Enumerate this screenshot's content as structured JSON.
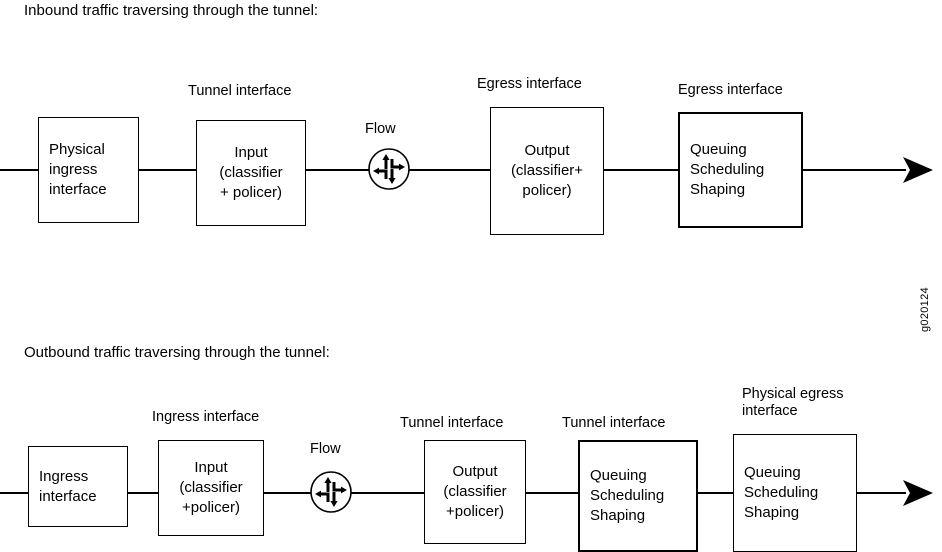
{
  "figure": {
    "watermark_id": "g020124",
    "line_color": "#000000",
    "background_color": "#ffffff",
    "text_color": "#000000"
  },
  "sections": [
    {
      "id": "inbound",
      "title": "Inbound traffic traversing through the tunnel:",
      "captions": {
        "tunnel_interface": "Tunnel interface",
        "egress_interface_1": "Egress interface",
        "egress_interface_2": "Egress interface"
      },
      "nodes": {
        "physical_ingress": [
          "Physical",
          "ingress",
          "interface"
        ],
        "input": [
          "Input",
          "(classifier",
          "+ policer)"
        ],
        "flow_label": "Flow",
        "output": [
          "Output",
          "(classifier+",
          "policer)"
        ],
        "queuing": [
          "Queuing",
          "Scheduling",
          "Shaping"
        ]
      }
    },
    {
      "id": "outbound",
      "title": "Outbound traffic traversing through the tunnel:",
      "captions": {
        "ingress_interface": "Ingress interface",
        "tunnel_interface_1": "Tunnel interface",
        "tunnel_interface_2": "Tunnel interface",
        "physical_egress_interface": "Physical egress interface"
      },
      "nodes": {
        "ingress": [
          "Ingress",
          "interface"
        ],
        "input": [
          "Input",
          "(classifier",
          "+policer)"
        ],
        "flow_label": "Flow",
        "output": [
          "Output",
          "(classifier",
          "+policer)"
        ],
        "queuing_tunnel": [
          "Queuing",
          "Scheduling",
          "Shaping"
        ],
        "queuing_physical": [
          "Queuing",
          "Scheduling",
          "Shaping"
        ]
      }
    }
  ]
}
